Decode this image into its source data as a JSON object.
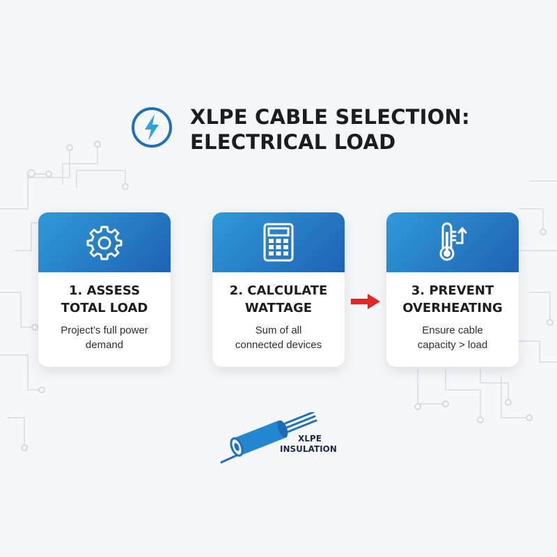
{
  "title": {
    "line1": "XLPE CABLE SELECTION:",
    "line2": "ELECTRICAL LOAD"
  },
  "steps": [
    {
      "icon": "gear-icon",
      "title_line1": "1. ASSESS",
      "title_line2": "TOTAL LOAD",
      "desc_line1": "Project’s full power",
      "desc_line2": "demand"
    },
    {
      "icon": "calculator-icon",
      "title_line1": "2. CALCULATE",
      "title_line2": "WATTAGE",
      "desc_line1": "Sum of all",
      "desc_line2": "connected devices"
    },
    {
      "icon": "thermometer-up-icon",
      "title_line1": "3. PREVENT",
      "title_line2": "OVERHEATING",
      "desc_line1": "Ensure cable",
      "desc_line2": "capacity > load"
    }
  ],
  "cable": {
    "label_line1": "XLPE",
    "label_line2": "INSULATION",
    "icon": "cable-icon"
  },
  "colors": {
    "accent_blue": "#1f6fbf",
    "arrow_red": "#e32626",
    "title_dark": "#1a1d22"
  }
}
